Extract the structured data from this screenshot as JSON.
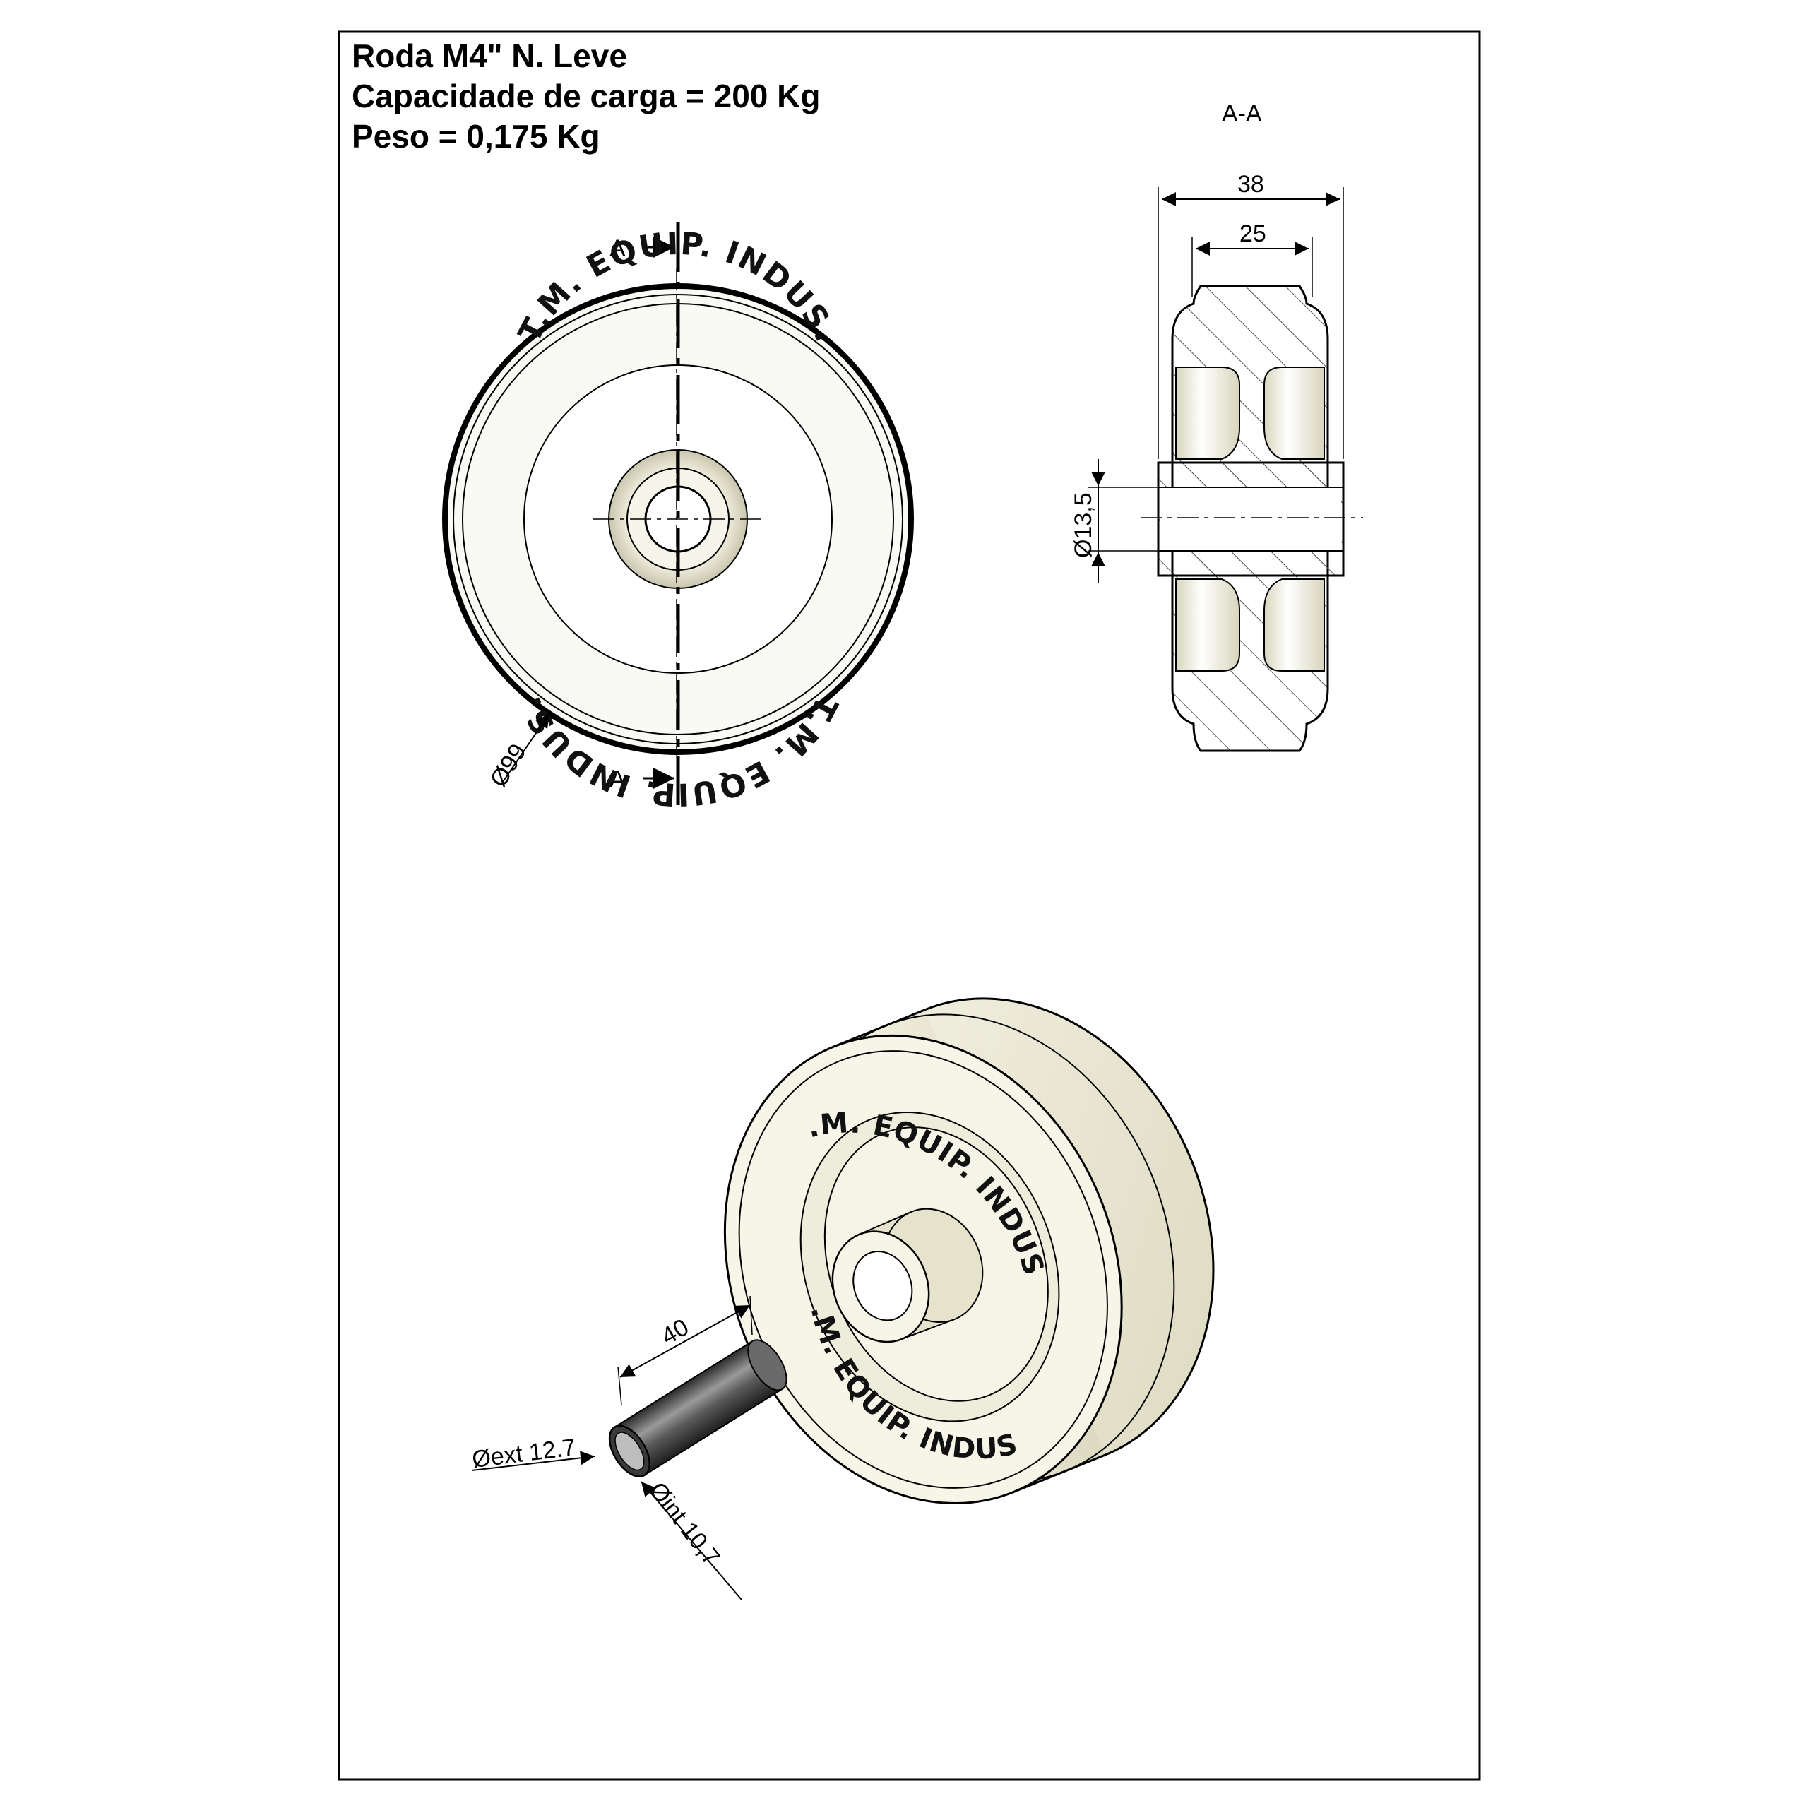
{
  "title": {
    "line1": "Roda M4\" N. Leve",
    "line2": "Capacidade de carga = 200 Kg",
    "line3": "Peso = 0,175 Kg"
  },
  "front_view": {
    "section_mark_top": "A",
    "section_mark_bottom": "A",
    "diameter_label": "Ø99",
    "embossed_top": "T.M. EQUIP. INDUS.",
    "embossed_bottom": "T.M. EQUIP. INDUS."
  },
  "section_view": {
    "label": "A-A",
    "overall_width": "38",
    "hub_width": "25",
    "bore_diameter": "Ø13,5"
  },
  "iso_view": {
    "embossed_top": "T.M. EQUIP. INDUS.",
    "embossed_bottom": "T.M. EQUIP. INDUS.",
    "bushing_length": "40",
    "bushing_outer": "Øext 12.7",
    "bushing_inner": "Øint 10,7"
  },
  "colors": {
    "wheel_fill": "#f2f0e0",
    "line": "#000000",
    "bushing": "#4a4a4a"
  }
}
